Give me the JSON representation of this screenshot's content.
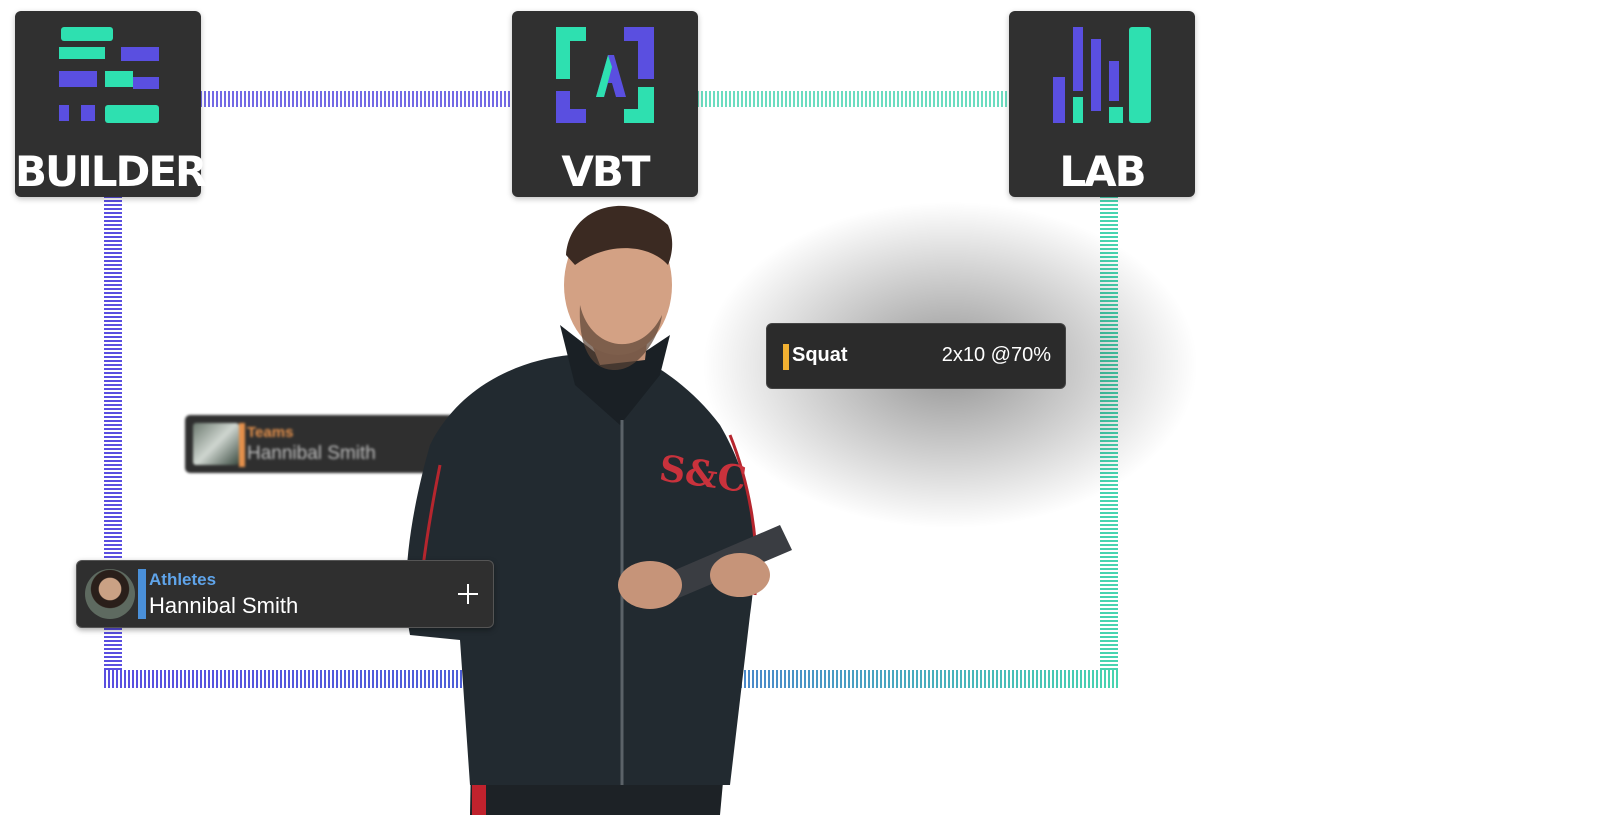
{
  "apps": [
    {
      "label": "BUILDER",
      "icon": "builder-logo-icon"
    },
    {
      "label": "VBT",
      "icon": "vbt-logo-icon"
    },
    {
      "label": "LAB",
      "icon": "lab-logo-icon"
    }
  ],
  "colors": {
    "tile_bg": "#303030",
    "purple": "#5a4fe0",
    "teal": "#2ee0b0",
    "squat_accent": "#f2b132",
    "teams_accent": "#e4904b",
    "athletes_accent": "#4a90d9"
  },
  "exercise_card": {
    "name": "Squat",
    "scheme": "2x10 @70%"
  },
  "teams_card": {
    "category": "Teams",
    "name": "Hannibal Smith"
  },
  "athletes_card": {
    "category": "Athletes",
    "name": "Hannibal Smith",
    "add_icon": "plus-icon"
  },
  "photo": {
    "jacket_logo": "S&C"
  }
}
